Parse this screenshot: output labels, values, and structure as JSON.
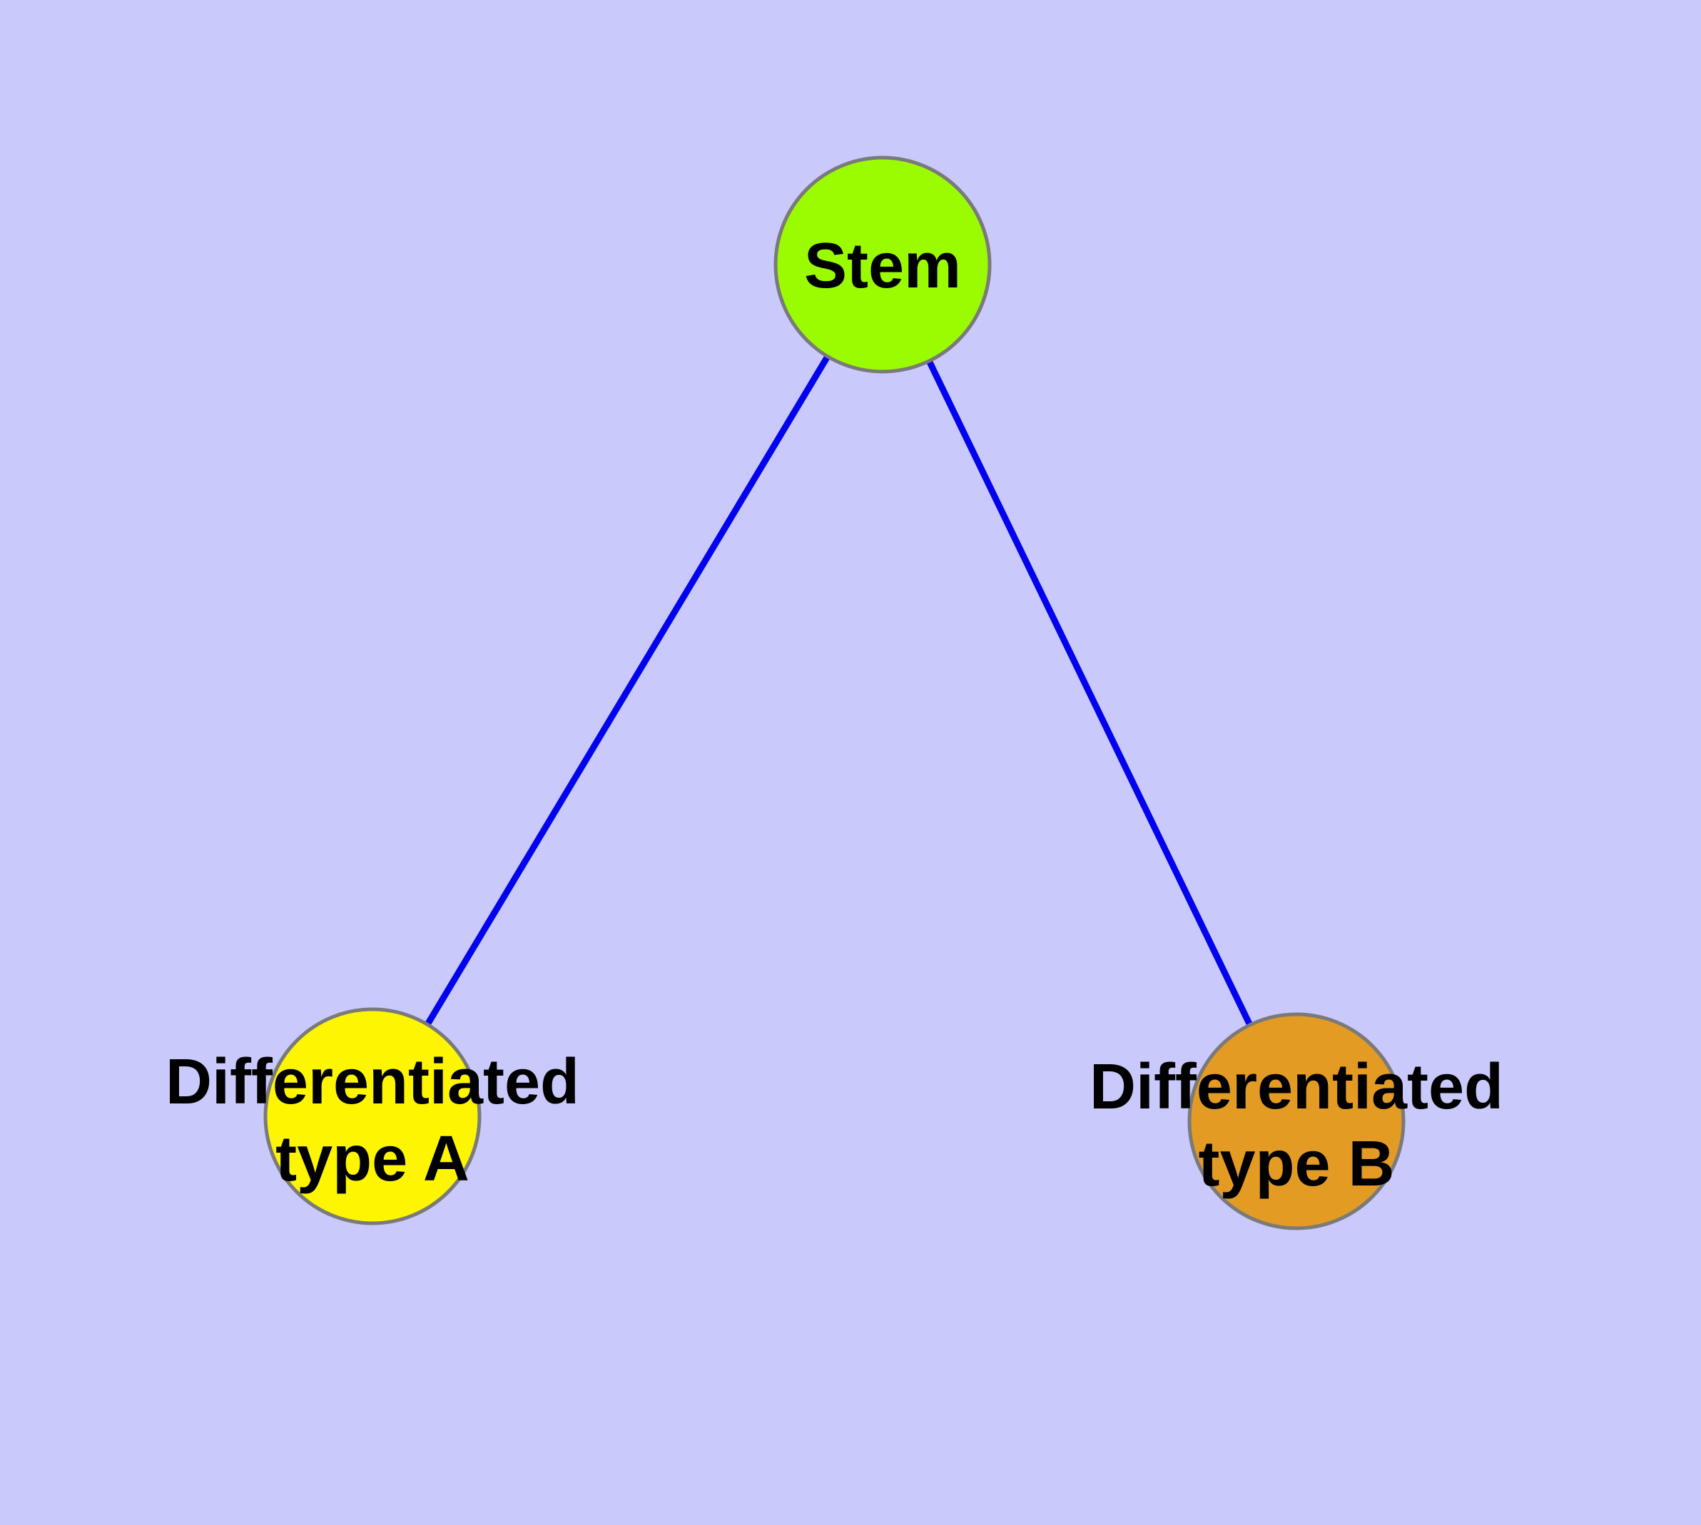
{
  "diagram": {
    "type": "node-link-graph",
    "background_color": "#C9C9FB",
    "edge_color": "#0202EE",
    "node_border_color": "#7A7A7A",
    "label_color": "#000000",
    "nodes": {
      "stem": {
        "label": "Stem",
        "fill": "#9BFC02"
      },
      "type_a": {
        "label_line1": "Differentiated",
        "label_line2": "type A",
        "label_full": "Differentiated type A",
        "fill": "#FEF502"
      },
      "type_b": {
        "label_line1": "Differentiated",
        "label_line2": "type B",
        "label_full": "Differentiated type B",
        "fill": "#E49B23"
      }
    },
    "edges": [
      {
        "from": "Stem",
        "to": "Differentiated type A"
      },
      {
        "from": "Stem",
        "to": "Differentiated type B"
      }
    ]
  }
}
